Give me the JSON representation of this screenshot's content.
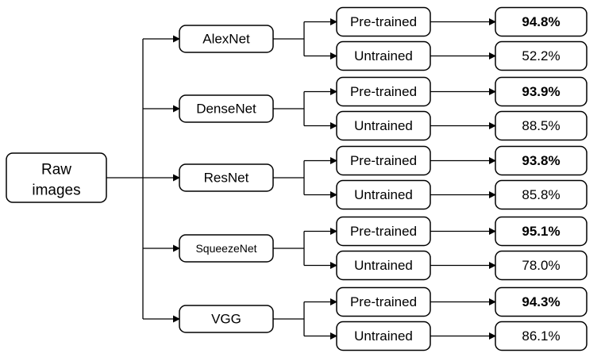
{
  "root": {
    "label_line1": "Raw",
    "label_line2": "images"
  },
  "models": [
    {
      "name": "AlexNet",
      "branches": [
        {
          "label": "Pre-trained",
          "result": "94.8%",
          "bold": true
        },
        {
          "label": "Untrained",
          "result": "52.2%",
          "bold": false
        }
      ]
    },
    {
      "name": "DenseNet",
      "branches": [
        {
          "label": "Pre-trained",
          "result": "93.9%",
          "bold": true
        },
        {
          "label": "Untrained",
          "result": "88.5%",
          "bold": false
        }
      ]
    },
    {
      "name": "ResNet",
      "branches": [
        {
          "label": "Pre-trained",
          "result": "93.8%",
          "bold": true
        },
        {
          "label": "Untrained",
          "result": "85.8%",
          "bold": false
        }
      ]
    },
    {
      "name": "SqueezeNet",
      "branches": [
        {
          "label": "Pre-trained",
          "result": "95.1%",
          "bold": true
        },
        {
          "label": "Untrained",
          "result": "78.0%",
          "bold": false
        }
      ]
    },
    {
      "name": "VGG",
      "branches": [
        {
          "label": "Pre-trained",
          "result": "94.3%",
          "bold": true
        },
        {
          "label": "Untrained",
          "result": "86.1%",
          "bold": false
        }
      ]
    }
  ]
}
